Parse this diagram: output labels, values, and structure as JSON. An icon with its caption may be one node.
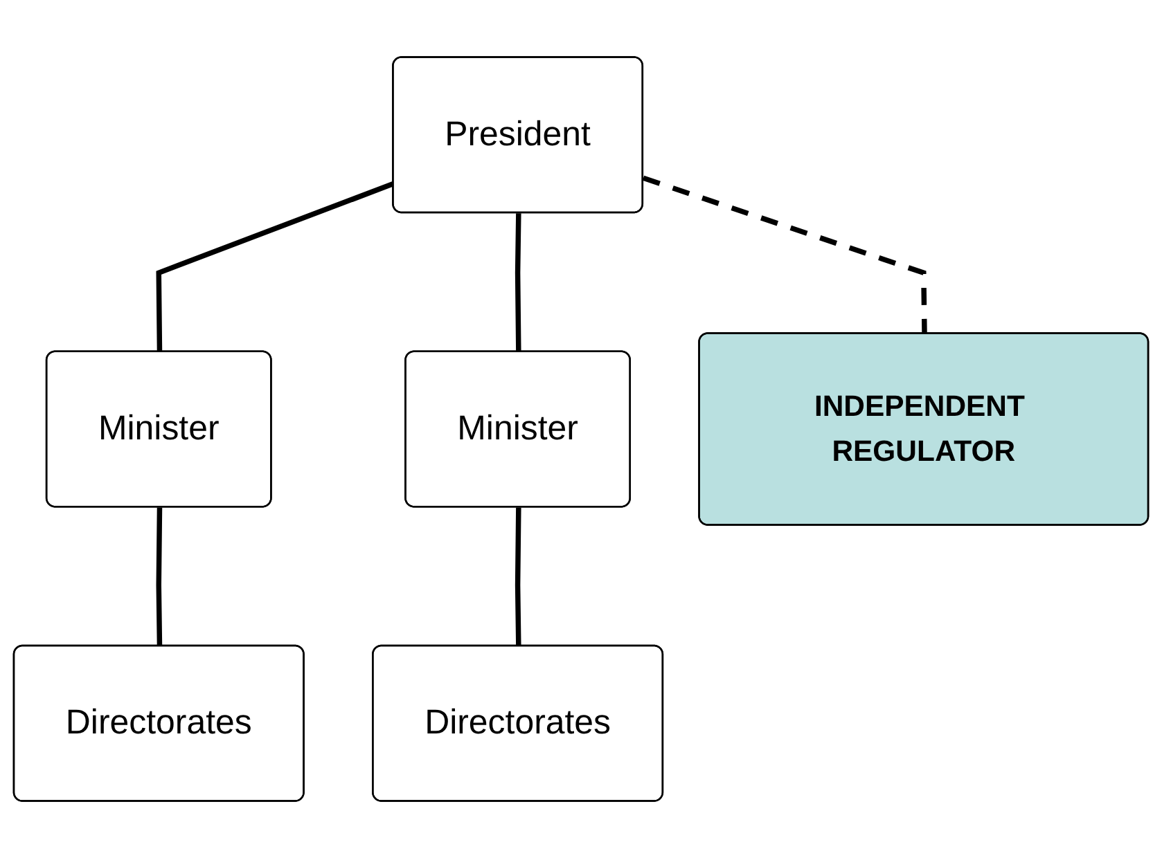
{
  "diagram": {
    "nodes": [
      {
        "text": [
          "President"
        ]
      },
      {
        "text": [
          "Minister"
        ]
      },
      {
        "text": [
          "Minister"
        ]
      },
      {
        "text": [
          "INDEPENDENT REGULATOR"
        ]
      },
      {
        "text": [
          "Directorates"
        ]
      },
      {
        "text": [
          "Directorates"
        ]
      }
    ],
    "edges": [
      {
        "from": 0,
        "to": 1,
        "arrow": "none"
      },
      {
        "from": 0,
        "to": 2,
        "arrow": "none"
      },
      {
        "from": 0,
        "to": 3,
        "arrow": "none",
        "style": "dashed"
      },
      {
        "from": 1,
        "to": 4,
        "arrow": "none"
      },
      {
        "from": 2,
        "to": 5,
        "arrow": "none"
      }
    ]
  }
}
